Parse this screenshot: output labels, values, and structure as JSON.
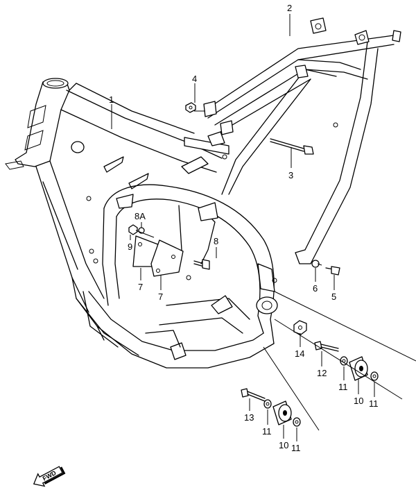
{
  "labels": {
    "frame": "1",
    "rear_frame": "2",
    "bolt_3": "3",
    "nut_4": "4",
    "bolt_5": "5",
    "washer_6": "6",
    "plate_7a": "7",
    "plate_7b": "7",
    "bolt_8": "8",
    "bolt_8a": "8A",
    "washer_9": "9",
    "cushion_10a": "10",
    "cushion_10b": "10",
    "washer_11a": "11",
    "washer_11b": "11",
    "washer_11c": "11",
    "washer_11d": "11",
    "bolt_12": "12",
    "bolt_13": "13",
    "nut_14": "14"
  },
  "fwd_label": "FWD"
}
